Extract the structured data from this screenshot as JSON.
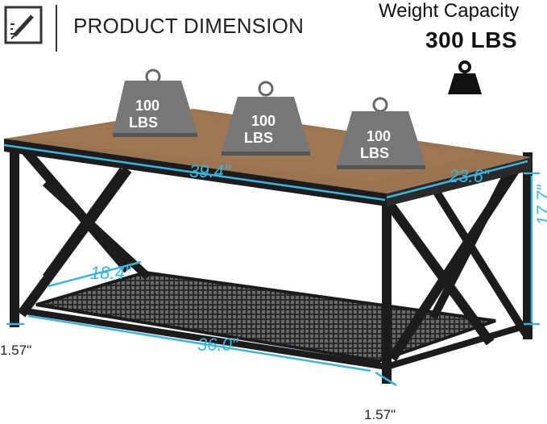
{
  "header": {
    "title": "PRODUCT DIMENSION",
    "icon": "ruler-pencil-icon"
  },
  "weight": {
    "label": "Weight Capacity",
    "value": "300 LBS",
    "icon": "kettlebell-icon"
  },
  "weights": [
    {
      "line1": "100",
      "line2": "LBS"
    },
    {
      "line1": "100",
      "line2": "LBS"
    },
    {
      "line1": "100",
      "line2": "LBS"
    }
  ],
  "dimensions": {
    "length_top": "39.4″",
    "depth_top": "23.6″",
    "height": "17.7″",
    "shelf_depth": "18.4″",
    "shelf_length": "36.0″",
    "leg_left": "1.57\"",
    "leg_right": "1.57\""
  },
  "colors": {
    "accent": "#3ab6de",
    "frame": "#1c1c1c",
    "wood": "#9a7450",
    "weight": "#7a7a7a"
  }
}
